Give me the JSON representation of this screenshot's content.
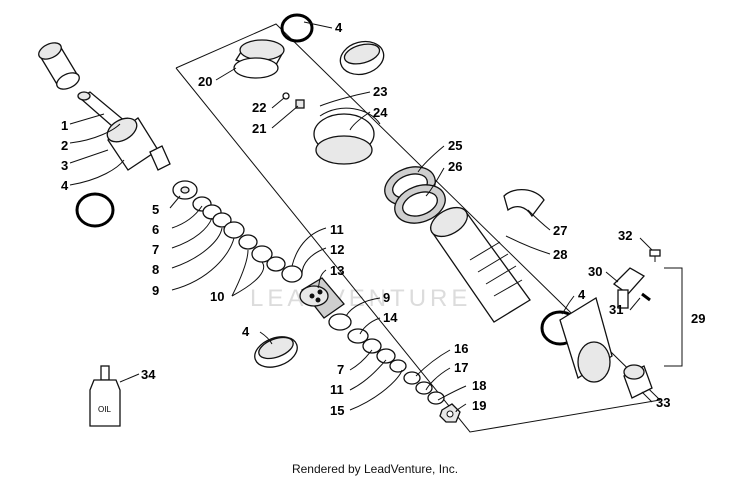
{
  "footer": {
    "credit": "Rendered by LeadVenture, Inc."
  },
  "watermark": {
    "text": "LEADVENTURE"
  },
  "labels": {
    "l1": "1",
    "l2": "2",
    "l3": "3",
    "l4a": "4",
    "l4b": "4",
    "l4c": "4",
    "l4d": "4",
    "l5": "5",
    "l6": "6",
    "l7a": "7",
    "l7b": "7",
    "l8": "8",
    "l9a": "9",
    "l9b": "9",
    "l10": "10",
    "l11a": "11",
    "l11b": "11",
    "l12": "12",
    "l13": "13",
    "l14": "14",
    "l15": "15",
    "l16": "16",
    "l17": "17",
    "l18": "18",
    "l19": "19",
    "l20": "20",
    "l21": "21",
    "l22": "22",
    "l23": "23",
    "l24": "24",
    "l25": "25",
    "l26": "26",
    "l27": "27",
    "l28": "28",
    "l29": "29",
    "l30": "30",
    "l31": "31",
    "l32": "32",
    "l33": "33",
    "l34": "34"
  },
  "oil_bottle": {
    "text": "OIL"
  }
}
